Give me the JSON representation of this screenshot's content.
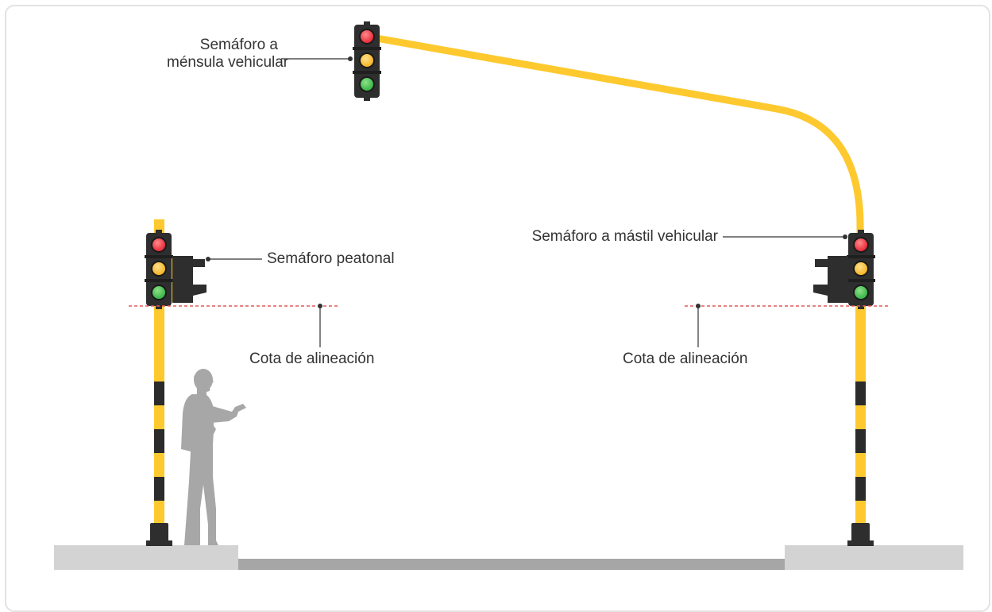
{
  "labels": {
    "bracket_vehicle_line1": "Semáforo a",
    "bracket_vehicle_line2": "ménsula vehicular",
    "pedestrian": "Semáforo peatonal",
    "mast_vehicle": "Semáforo a mástil vehicular",
    "alignment_left": "Cota de alineación",
    "alignment_right": "Cota de alineación"
  },
  "colors": {
    "pole_yellow": "#fdc92f",
    "pole_band": "#2b2b2b",
    "housing": "#2e2e2e",
    "lamp_red": "#e8303f",
    "lamp_amber": "#f6b72b",
    "lamp_green": "#3cb84a",
    "pedestrian_head": "#2e2e2e",
    "alignment_line": "#e05a5a",
    "leader_line": "#333333",
    "sidewalk": "#d3d3d3",
    "road": "#a6a6a6",
    "person": "#a7a7a7",
    "frame_border": "#e3e3e3"
  },
  "icons": {
    "traffic_light": "traffic-light-icon",
    "pedestrian_signal": "pedestrian-signal-icon",
    "person": "person-silhouette-icon"
  }
}
